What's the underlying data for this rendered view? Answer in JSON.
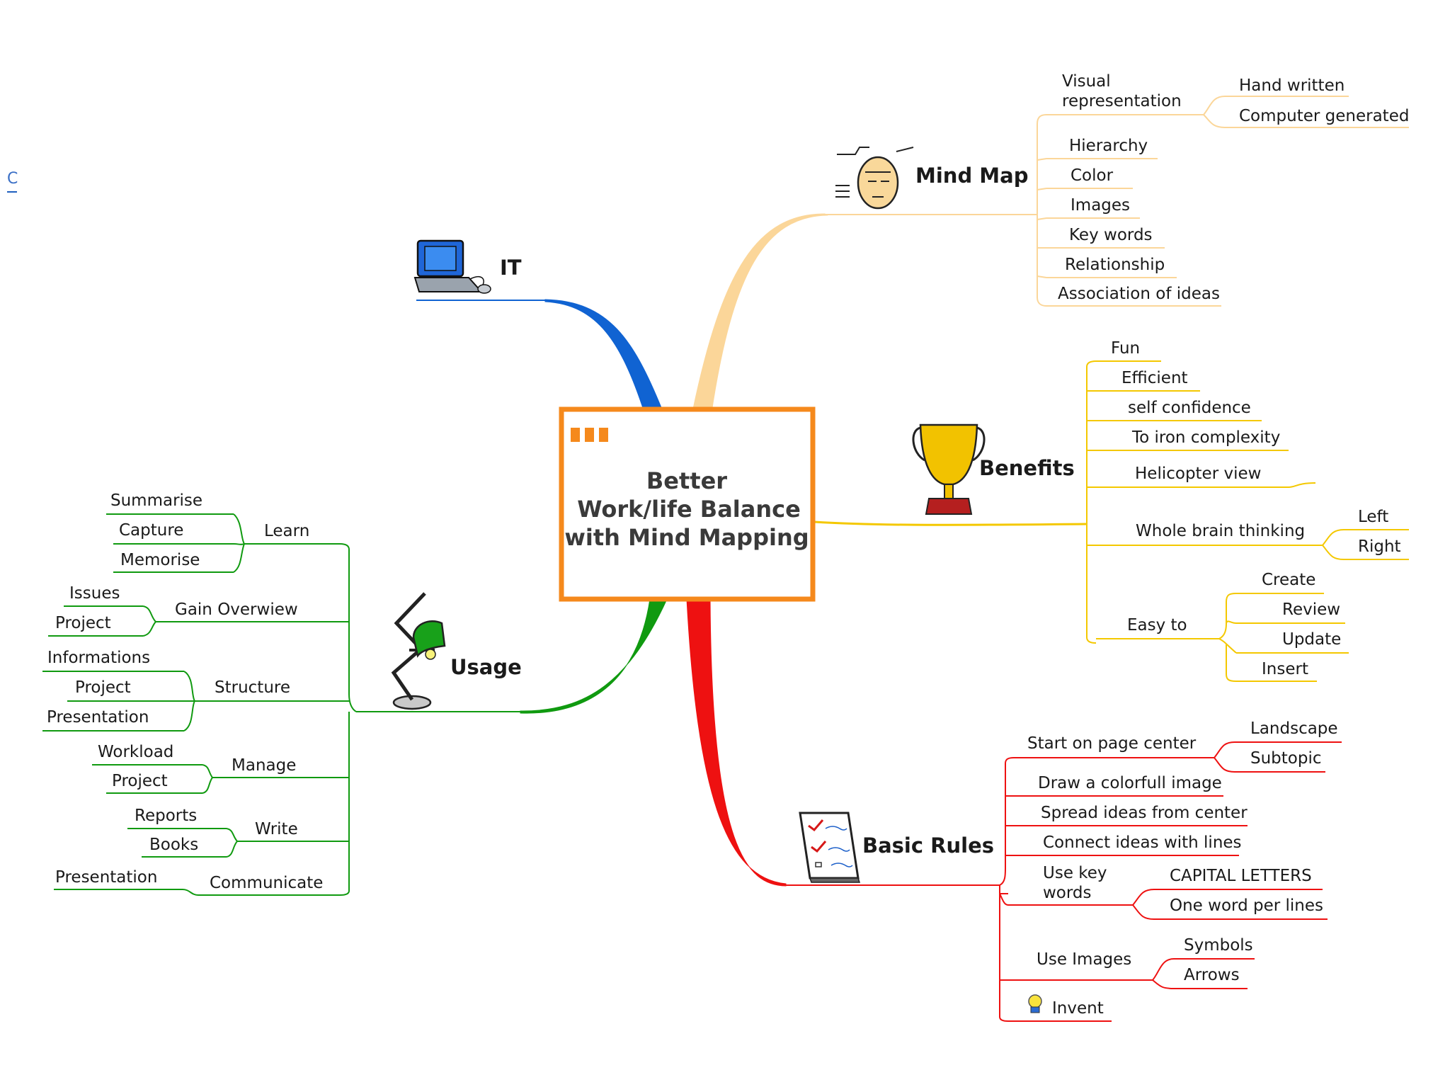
{
  "colors": {
    "mindmap": "#fbd699",
    "it": "#1063d2",
    "usage": "#109a10",
    "basic": "#ee1111",
    "benefits": "#f4c800",
    "center_border": "#f5891c"
  },
  "center": {
    "lines": [
      "Better",
      "Work/life Balance",
      "with Mind Mapping"
    ]
  },
  "edge_fragment": "C",
  "mindmap": {
    "label": "Mind Map",
    "icon": "thinking-head-icon",
    "visual": [
      "Visual",
      "representation"
    ],
    "visual_children": [
      "Hand written",
      "Computer generated"
    ],
    "items": [
      "Hierarchy",
      "Color",
      "Images",
      "Key words",
      "Relationship",
      "Association of ideas"
    ]
  },
  "it": {
    "label": "IT",
    "icon": "laptop-icon"
  },
  "benefits": {
    "label": "Benefits",
    "icon": "trophy-icon",
    "items": [
      "Fun",
      "Efficient",
      "self confidence",
      "To iron complexity",
      "Helicopter view"
    ],
    "whole_brain": "Whole brain thinking",
    "whole_brain_children": [
      "Left",
      "Right"
    ],
    "easy": "Easy to",
    "easy_children": [
      "Create",
      "Review",
      "Update",
      "Insert"
    ]
  },
  "usage": {
    "label": "Usage",
    "icon": "desk-lamp-icon",
    "learn": "Learn",
    "learn_children": [
      "Summarise",
      "Capture",
      "Memorise"
    ],
    "gain": "Gain Overwiew",
    "gain_children": [
      "Issues",
      "Project"
    ],
    "structure": "Structure",
    "structure_children": [
      "Informations",
      "Project",
      "Presentation"
    ],
    "manage": "Manage",
    "manage_children": [
      "Workload",
      "Project"
    ],
    "write": "Write",
    "write_children": [
      "Reports",
      "Books"
    ],
    "communicate": "Communicate",
    "communicate_children": [
      "Presentation"
    ]
  },
  "basic": {
    "label": "Basic Rules",
    "icon": "checklist-icon",
    "start": "Start on page center",
    "start_children": [
      "Landscape",
      "Subtopic"
    ],
    "draw": "Draw a colorfull image",
    "spread": "Spread ideas from center",
    "connect": "Connect ideas with lines",
    "keywords": [
      "Use key",
      "words"
    ],
    "keywords_children": [
      "CAPITAL LETTERS",
      "One word per lines"
    ],
    "images": "Use Images",
    "images_children": [
      "Symbols",
      "Arrows"
    ],
    "invent": "Invent",
    "invent_icon": "lightbulb-icon"
  }
}
